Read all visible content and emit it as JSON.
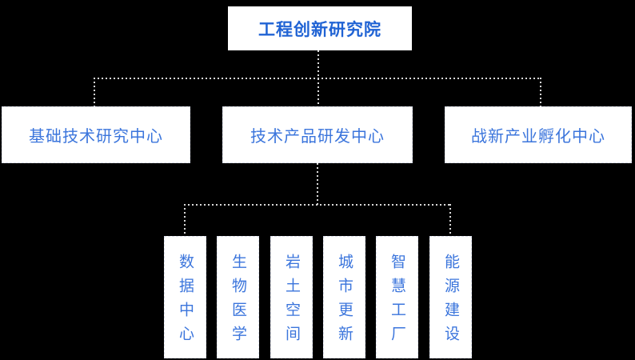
{
  "org_chart": {
    "title": "工程创新研究院",
    "root": {
      "label": "工程创新研究院"
    },
    "level2": [
      {
        "label": "基础技术研究中心"
      },
      {
        "label": "技术产品研发中心"
      },
      {
        "label": "战新产业孵化中心"
      }
    ],
    "level3_parent": "技术产品研发中心",
    "level3": [
      {
        "label": "数据中心"
      },
      {
        "label": "生物医学"
      },
      {
        "label": "岩土空间"
      },
      {
        "label": "城市更新"
      },
      {
        "label": "智慧工厂"
      },
      {
        "label": "能源建设"
      }
    ],
    "colors": {
      "background": "#000000",
      "box_fill": "#ffffff",
      "box_border": "#dde1ee",
      "connector": "#d9d9d9",
      "title_text": "#2063d4",
      "node_text": "#3b75dc"
    }
  }
}
